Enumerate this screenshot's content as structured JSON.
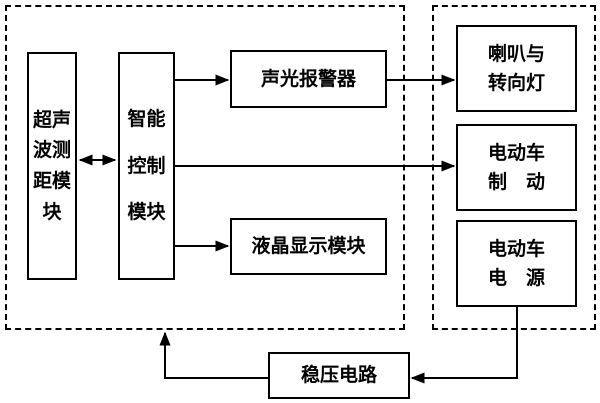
{
  "blocks": {
    "ultrasonic": {
      "lines": [
        "超声",
        "波测",
        "距模",
        "块"
      ]
    },
    "controller": {
      "lines": [
        "智能",
        "控制",
        "模块"
      ]
    },
    "alarm": {
      "label": "声光报警器"
    },
    "lcd": {
      "label": "液晶显示模块"
    },
    "horn": {
      "lines": [
        "喇叭与",
        "转向灯"
      ]
    },
    "brake": {
      "lines": [
        "电动车",
        "制　动"
      ]
    },
    "power": {
      "lines": [
        "电动车",
        "电　源"
      ]
    },
    "regulator": {
      "label": "稳压电路"
    }
  }
}
